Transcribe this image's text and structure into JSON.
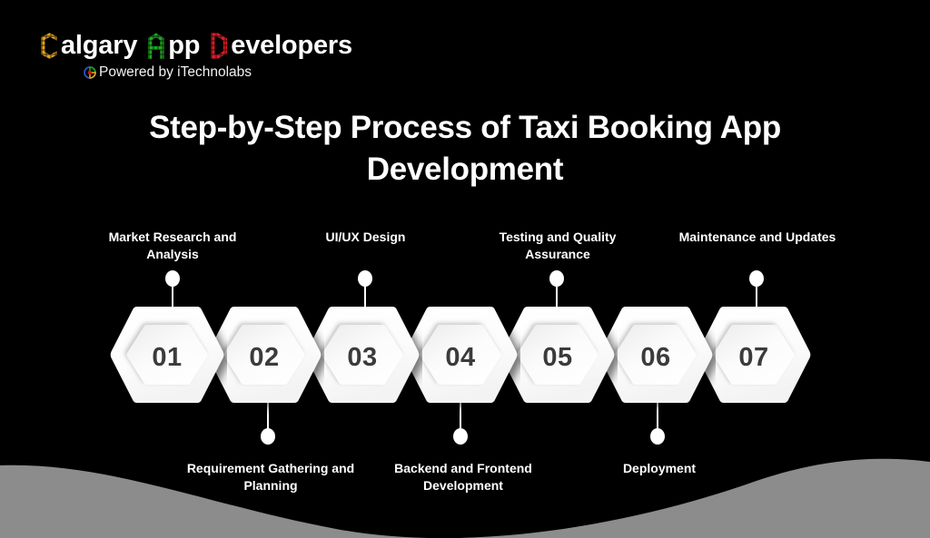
{
  "brand": {
    "name_parts": [
      {
        "text": "C",
        "style": "hex",
        "color": "#E8A317"
      },
      {
        "text": "algary",
        "style": "plain",
        "color": "#FFFFFF"
      },
      {
        "text": "A",
        "style": "hex",
        "color": "#1DA81D"
      },
      {
        "text": "pp",
        "style": "plain",
        "color": "#FFFFFF"
      },
      {
        "text": "D",
        "style": "hex",
        "color": "#E01B24"
      },
      {
        "text": "evelopers",
        "style": "plain",
        "color": "#FFFFFF"
      }
    ],
    "full_name": "Calgary App Developers",
    "tagline": "Powered by iTechnolabs",
    "tagline_icon": "ring-icon"
  },
  "header": {
    "title": "Step-by-Step Process of Taxi Booking App Development"
  },
  "theme": {
    "background": "#000000",
    "wave": "#8C8C8C",
    "hex_fill": "#FFFFFF",
    "hex_inner": "#F1F1F1",
    "number_color": "#3B3B3B",
    "text_color": "#FFFFFF",
    "accent_orange": "#E8A317",
    "accent_green": "#1DA81D",
    "accent_red": "#E01B24"
  },
  "steps": [
    {
      "number": "01",
      "label": "Market Research and Analysis",
      "position": "above"
    },
    {
      "number": "02",
      "label": "Requirement Gathering and Planning",
      "position": "below"
    },
    {
      "number": "03",
      "label": "UI/UX Design",
      "position": "above"
    },
    {
      "number": "04",
      "label": "Backend and Frontend Development",
      "position": "below"
    },
    {
      "number": "05",
      "label": "Testing and Quality Assurance",
      "position": "above"
    },
    {
      "number": "06",
      "label": "Deployment",
      "position": "below"
    },
    {
      "number": "07",
      "label": "Maintenance and Updates",
      "position": "above"
    }
  ]
}
